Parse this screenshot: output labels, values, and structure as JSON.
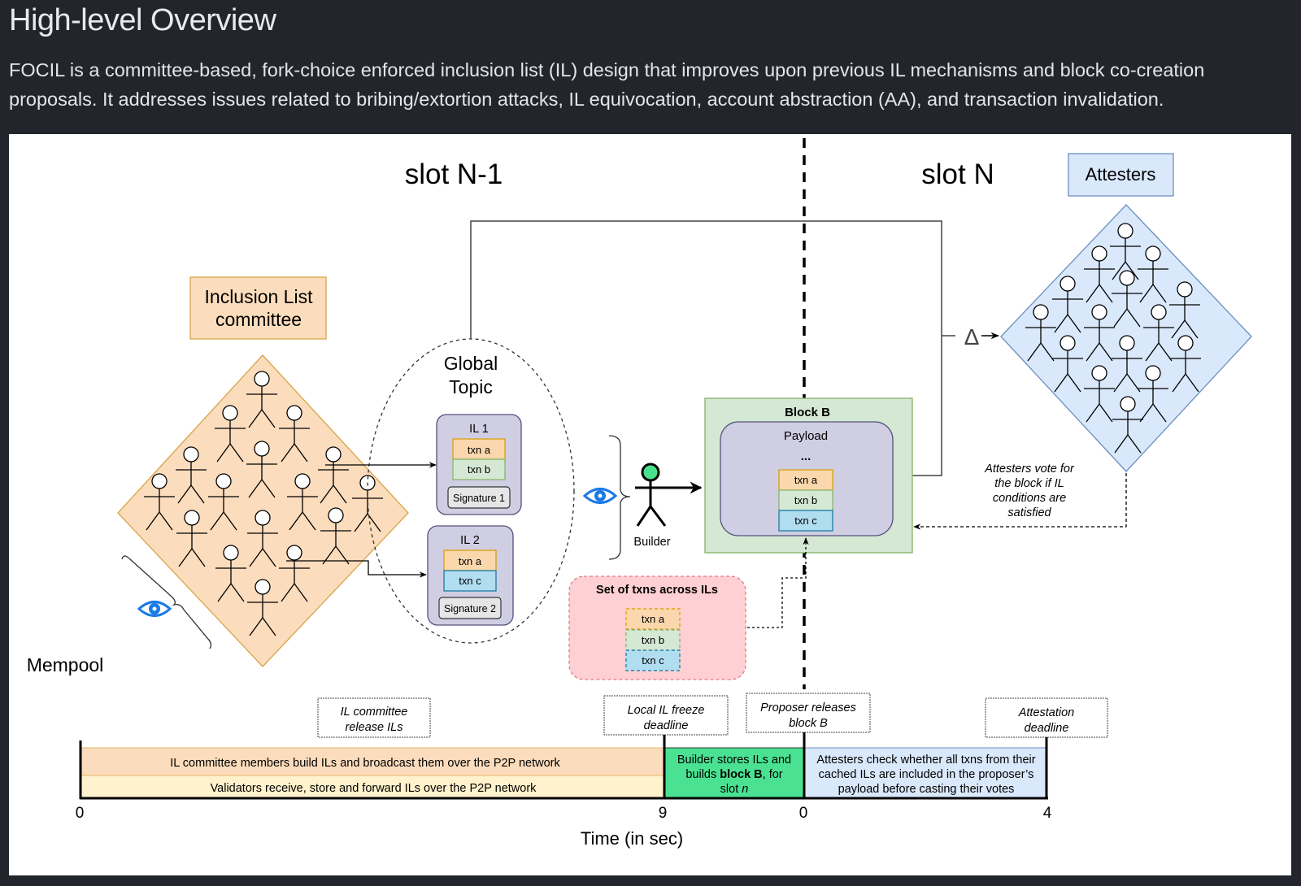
{
  "header": {
    "title": "High-level Overview",
    "description": "FOCIL is a committee-based, fork-choice enforced inclusion list (IL) design that improves upon previous IL mechanisms and block co-creation proposals. It addresses issues related to bribing/extortion attacks, IL equivocation, account abstraction (AA), and transaction invalidation."
  },
  "diagram": {
    "slot_prev": "slot N-1",
    "slot_curr": "slot N",
    "il_committee_label_1": "Inclusion List",
    "il_committee_label_2": "committee",
    "attesters_label": "Attesters",
    "global_topic_1": "Global",
    "global_topic_2": "Topic",
    "mempool": "Mempool",
    "builder": "Builder",
    "delta": "Δ",
    "il1": {
      "title": "IL 1",
      "txns": [
        "txn a",
        "txn b"
      ],
      "signature": "Signature 1"
    },
    "il2": {
      "title": "IL 2",
      "txns": [
        "txn a",
        "txn c"
      ],
      "signature": "Signature 2"
    },
    "block": {
      "title": "Block B",
      "payload": "Payload",
      "ellipsis": "...",
      "txns": [
        "txn a",
        "txn b",
        "txn c"
      ]
    },
    "set_txns": {
      "title": "Set of txns across ILs",
      "txns": [
        "txn a",
        "txn b",
        "txn c"
      ]
    },
    "attesters_vote": [
      "Attesters vote for",
      "the block if IL",
      "conditions are",
      "satisfied"
    ],
    "colors": {
      "committee_fill": "#fbdcbc",
      "committee_stroke": "#d9a44a",
      "attesters_fill": "#dae8fc",
      "attesters_stroke": "#6c8ebf",
      "il_fill": "#d0cee2",
      "il_stroke": "#56517e",
      "txn_a": "#fad7ac",
      "txn_b": "#d5e8d4",
      "txn_c": "#b1ddf0",
      "block_fill": "#d5e8d4",
      "set_fill": "#ffd0d3",
      "eye": "#1a7ae6",
      "builder_head": "#4ae08c"
    }
  },
  "timeline": {
    "events": [
      {
        "line1": "IL committee",
        "line2": "release ILs"
      },
      {
        "line1": "Local IL freeze",
        "line2": "deadline"
      },
      {
        "line1": "Proposer releases",
        "line2": "block B"
      },
      {
        "line1": "Attestation",
        "line2": "deadline"
      }
    ],
    "bar_top": "IL committee members build ILs and broadcast them over the P2P network",
    "bar_bottom": "Validators receive, store and forward ILs over the P2P network",
    "builder_1": "Builder stores ILs and",
    "builder_2a": "builds ",
    "builder_2b": "block B",
    "builder_2c": ", for",
    "builder_3a": "slot ",
    "builder_3b": "n",
    "attesters_1": "Attesters check whether all txns from their",
    "attesters_2": "cached ILs are included in the proposer’s",
    "attesters_3": "payload before casting their votes",
    "ticks": [
      "0",
      "9",
      "0",
      "4"
    ],
    "axis_label": "Time (in sec)"
  }
}
